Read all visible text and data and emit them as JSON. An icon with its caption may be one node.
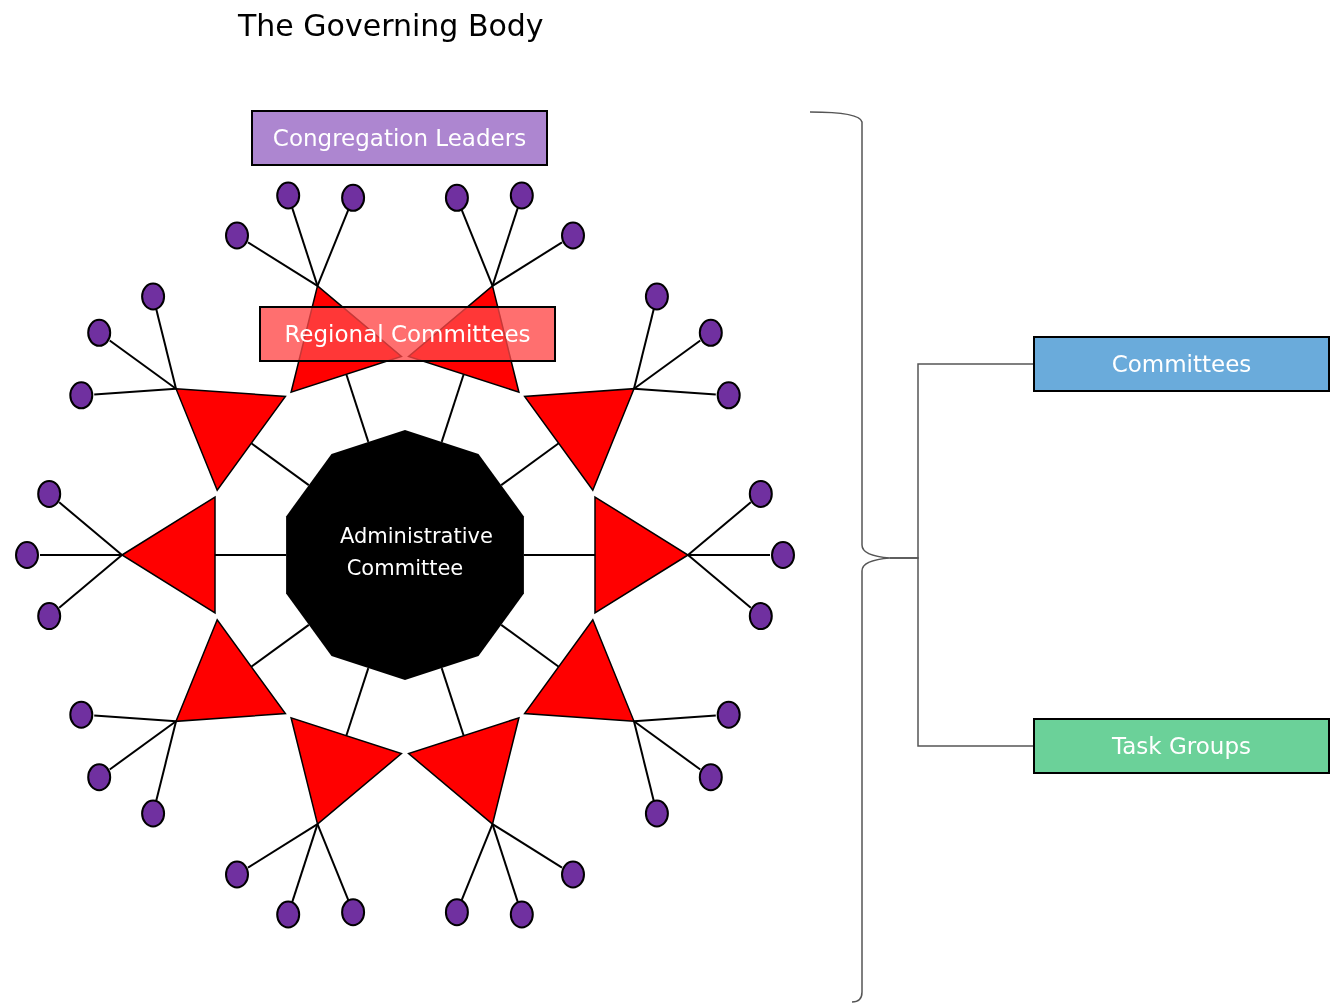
{
  "diagram": {
    "title": "The Governing Body",
    "nodes": [
      {
        "text": [
          "Administrative Committee"
        ]
      },
      {
        "text": [],
        "shape": "triangle"
      },
      {
        "text": [],
        "shape": "triangle"
      },
      {
        "text": [],
        "shape": "triangle"
      },
      {
        "text": [],
        "shape": "triangle"
      },
      {
        "text": [],
        "shape": "triangle"
      },
      {
        "text": [],
        "shape": "triangle"
      },
      {
        "text": [],
        "shape": "triangle"
      },
      {
        "text": [],
        "shape": "triangle"
      },
      {
        "text": [],
        "shape": "triangle"
      },
      {
        "text": [],
        "shape": "triangle"
      },
      {
        "text": [],
        "shape": "ellipse"
      },
      {
        "text": [],
        "shape": "ellipse"
      },
      {
        "text": [],
        "shape": "ellipse"
      },
      {
        "text": [],
        "shape": "ellipse"
      },
      {
        "text": [],
        "shape": "ellipse"
      },
      {
        "text": [],
        "shape": "ellipse"
      },
      {
        "text": [],
        "shape": "ellipse"
      },
      {
        "text": [],
        "shape": "ellipse"
      },
      {
        "text": [],
        "shape": "ellipse"
      },
      {
        "text": [],
        "shape": "ellipse"
      },
      {
        "text": [],
        "shape": "ellipse"
      },
      {
        "text": [],
        "shape": "ellipse"
      },
      {
        "text": [],
        "shape": "ellipse"
      },
      {
        "text": [],
        "shape": "ellipse"
      },
      {
        "text": [],
        "shape": "ellipse"
      },
      {
        "text": [],
        "shape": "ellipse"
      },
      {
        "text": [],
        "shape": "ellipse"
      },
      {
        "text": [],
        "shape": "ellipse"
      },
      {
        "text": [],
        "shape": "ellipse"
      },
      {
        "text": [],
        "shape": "ellipse"
      },
      {
        "text": [],
        "shape": "ellipse"
      },
      {
        "text": [],
        "shape": "ellipse"
      },
      {
        "text": [],
        "shape": "ellipse"
      },
      {
        "text": [],
        "shape": "ellipse"
      },
      {
        "text": [],
        "shape": "ellipse"
      },
      {
        "text": [],
        "shape": "ellipse"
      },
      {
        "text": [],
        "shape": "ellipse"
      },
      {
        "text": [],
        "shape": "ellipse"
      },
      {
        "text": [],
        "shape": "ellipse"
      },
      {
        "text": [],
        "shape": "ellipse"
      },
      {
        "text": [
          "Congregation Leaders"
        ]
      },
      {
        "text": [
          "Regional Committees"
        ]
      },
      {
        "text": [],
        "shape": "brace"
      },
      {
        "text": [
          "Committees"
        ]
      },
      {
        "text": [
          "Task Groups"
        ]
      }
    ],
    "edges": [
      {
        "from": 0,
        "to": 1,
        "arrow": "none"
      },
      {
        "from": 0,
        "to": 2,
        "arrow": "none"
      },
      {
        "from": 0,
        "to": 3,
        "arrow": "none"
      },
      {
        "from": 0,
        "to": 4,
        "arrow": "none"
      },
      {
        "from": 0,
        "to": 5,
        "arrow": "none"
      },
      {
        "from": 0,
        "to": 6,
        "arrow": "none"
      },
      {
        "from": 0,
        "to": 7,
        "arrow": "none"
      },
      {
        "from": 0,
        "to": 8,
        "arrow": "none"
      },
      {
        "from": 0,
        "to": 9,
        "arrow": "none"
      },
      {
        "from": 0,
        "to": 10,
        "arrow": "none"
      },
      {
        "from": 1,
        "to": 11,
        "arrow": "none"
      },
      {
        "from": 1,
        "to": 12,
        "arrow": "none"
      },
      {
        "from": 1,
        "to": 13,
        "arrow": "none"
      },
      {
        "from": 2,
        "to": 14,
        "arrow": "none"
      },
      {
        "from": 2,
        "to": 15,
        "arrow": "none"
      },
      {
        "from": 2,
        "to": 16,
        "arrow": "none"
      },
      {
        "from": 3,
        "to": 17,
        "arrow": "none"
      },
      {
        "from": 3,
        "to": 18,
        "arrow": "none"
      },
      {
        "from": 3,
        "to": 19,
        "arrow": "none"
      },
      {
        "from": 4,
        "to": 20,
        "arrow": "none"
      },
      {
        "from": 4,
        "to": 21,
        "arrow": "none"
      },
      {
        "from": 4,
        "to": 22,
        "arrow": "none"
      },
      {
        "from": 5,
        "to": 23,
        "arrow": "none"
      },
      {
        "from": 5,
        "to": 24,
        "arrow": "none"
      },
      {
        "from": 5,
        "to": 25,
        "arrow": "none"
      },
      {
        "from": 6,
        "to": 26,
        "arrow": "none"
      },
      {
        "from": 6,
        "to": 27,
        "arrow": "none"
      },
      {
        "from": 6,
        "to": 28,
        "arrow": "none"
      },
      {
        "from": 7,
        "to": 29,
        "arrow": "none"
      },
      {
        "from": 7,
        "to": 30,
        "arrow": "none"
      },
      {
        "from": 7,
        "to": 31,
        "arrow": "none"
      },
      {
        "from": 8,
        "to": 32,
        "arrow": "none"
      },
      {
        "from": 8,
        "to": 33,
        "arrow": "none"
      },
      {
        "from": 8,
        "to": 34,
        "arrow": "none"
      },
      {
        "from": 9,
        "to": 35,
        "arrow": "none"
      },
      {
        "from": 9,
        "to": 36,
        "arrow": "none"
      },
      {
        "from": 9,
        "to": 37,
        "arrow": "none"
      },
      {
        "from": 10,
        "to": 38,
        "arrow": "none"
      },
      {
        "from": 10,
        "to": 39,
        "arrow": "none"
      },
      {
        "from": 10,
        "to": 40,
        "arrow": "none"
      },
      {
        "from": 43,
        "to": 44,
        "arrow": "none"
      },
      {
        "from": 43,
        "to": 45,
        "arrow": "none"
      }
    ]
  }
}
